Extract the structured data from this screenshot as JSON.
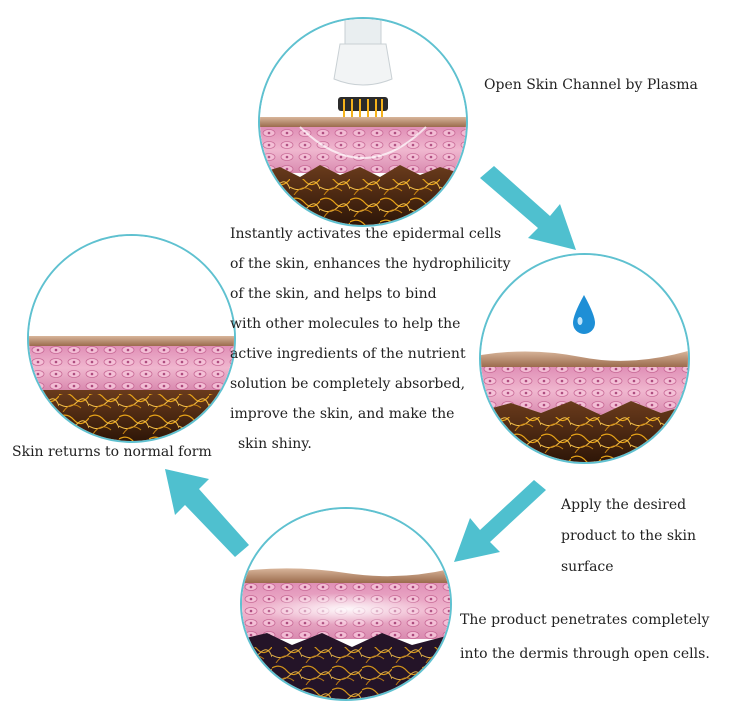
{
  "steps": {
    "step1": "Open Skin Channel by Plasma",
    "step2": [
      "Apply the desired",
      "product to the skin",
      "surface"
    ],
    "step3": [
      "The product penetrates completely",
      "into the dermis through open cells."
    ],
    "step4": "Skin returns to normal form"
  },
  "center_description": [
    "Instantly activates the epidermal cells",
    "of the skin, enhances the hydrophilicity",
    "of the skin, and helps to bind",
    "with other molecules to help the",
    "active ingredients of the nutrient",
    "solution be completely absorbed,",
    "improve the skin, and make the",
    "skin shiny."
  ],
  "colors": {
    "circle_border": "#5fc1d0",
    "arrow": "#4fc0cf",
    "epidermis": "#b98b6f",
    "dermis": "#e9a6c4",
    "fiber": "#e3a21a",
    "droplet": "#1e8fd6"
  },
  "icons": {
    "applicator": "plasma-applicator-icon",
    "droplet": "water-droplet-icon"
  }
}
